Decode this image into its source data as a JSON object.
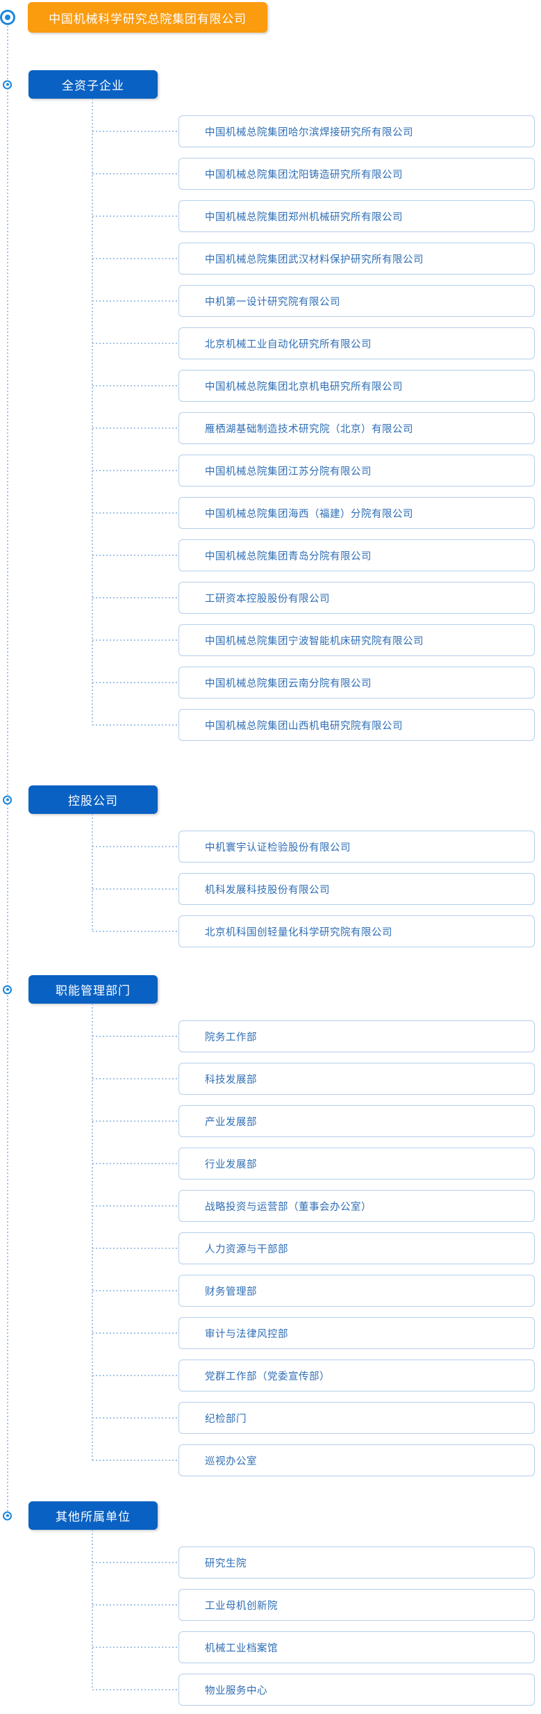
{
  "root": {
    "label": "中国机械科学研究总院集团有限公司"
  },
  "icons": {
    "root_node": "circled-dot-node-icon",
    "section_node": "circled-dot-node-icon"
  },
  "colors": {
    "root_bg": "#fb9b0e",
    "category_bg": "#0961c3",
    "item_text": "#2e6eb5",
    "item_border": "#b5cfeb",
    "connector": "#a3c4e6",
    "node_blue": "#1b87dd"
  },
  "sections": [
    {
      "label": "全资子企业",
      "items": [
        "中国机械总院集团哈尔滨焊接研究所有限公司",
        "中国机械总院集团沈阳铸造研究所有限公司",
        "中国机械总院集团郑州机械研究所有限公司",
        "中国机械总院集团武汉材料保护研究所有限公司",
        "中机第一设计研究院有限公司",
        "北京机械工业自动化研究所有限公司",
        "中国机械总院集团北京机电研究所有限公司",
        "雁栖湖基础制造技术研究院（北京）有限公司",
        "中国机械总院集团江苏分院有限公司",
        "中国机械总院集团海西（福建）分院有限公司",
        "中国机械总院集团青岛分院有限公司",
        "工研资本控股股份有限公司",
        "中国机械总院集团宁波智能机床研究院有限公司",
        "中国机械总院集团云南分院有限公司",
        "中国机械总院集团山西机电研究院有限公司"
      ]
    },
    {
      "label": "控股公司",
      "items": [
        "中机寰宇认证检验股份有限公司",
        "机科发展科技股份有限公司",
        "北京机科国创轻量化科学研究院有限公司"
      ]
    },
    {
      "label": "职能管理部门",
      "items": [
        "院务工作部",
        "科技发展部",
        "产业发展部",
        "行业发展部",
        "战略投资与运营部（董事会办公室）",
        "人力资源与干部部",
        "财务管理部",
        "审计与法律风控部",
        "党群工作部（党委宣传部）",
        "纪检部门",
        "巡视办公室"
      ]
    },
    {
      "label": "其他所属单位",
      "items": [
        "研究生院",
        "工业母机创新院",
        "机械工业档案馆",
        "物业服务中心"
      ]
    }
  ]
}
